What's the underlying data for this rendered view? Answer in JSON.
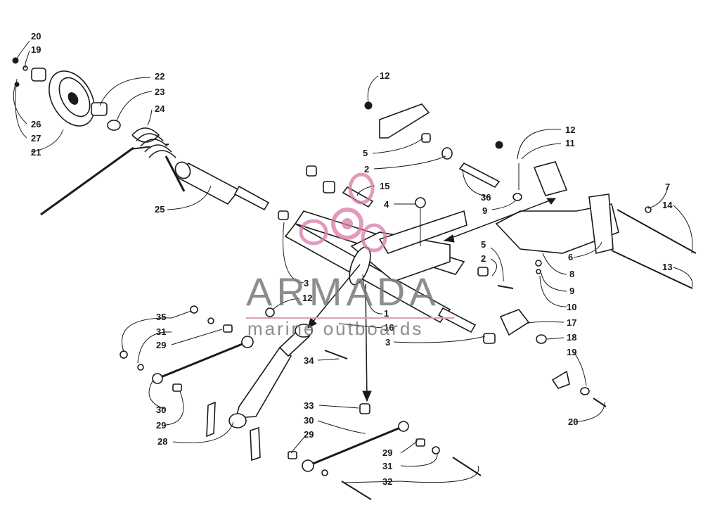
{
  "watermark": {
    "brand": "ARMADA",
    "tagline": "marine outboards",
    "logo_color": "#d97aa6"
  },
  "callouts": {
    "c20a": "20",
    "c19a": "19",
    "c26": "26",
    "c27": "27",
    "c21": "21",
    "c22": "22",
    "c23": "23",
    "c24": "24",
    "c25": "25",
    "c12a": "12",
    "c5a": "5",
    "c2a": "2",
    "c15": "15",
    "c4": "4",
    "c36": "36",
    "c9a": "9",
    "c12b": "12",
    "c11": "11",
    "c7": "7",
    "c14": "14",
    "c13": "13",
    "c6": "6",
    "c8": "8",
    "c9b": "9",
    "c10": "10",
    "c5b": "5",
    "c2b": "2",
    "c3a": "3",
    "c12c": "12",
    "c1": "1",
    "c16": "16",
    "c3b": "3",
    "c17": "17",
    "c18": "18",
    "c19b": "19",
    "c20b": "20",
    "c35": "35",
    "c31a": "31",
    "c29a": "29",
    "c34": "34",
    "c30a": "30",
    "c29b": "29",
    "c28": "28",
    "c33": "33",
    "c30b": "30",
    "c29c": "29",
    "c29d": "29",
    "c31b": "31",
    "c32": "32"
  }
}
